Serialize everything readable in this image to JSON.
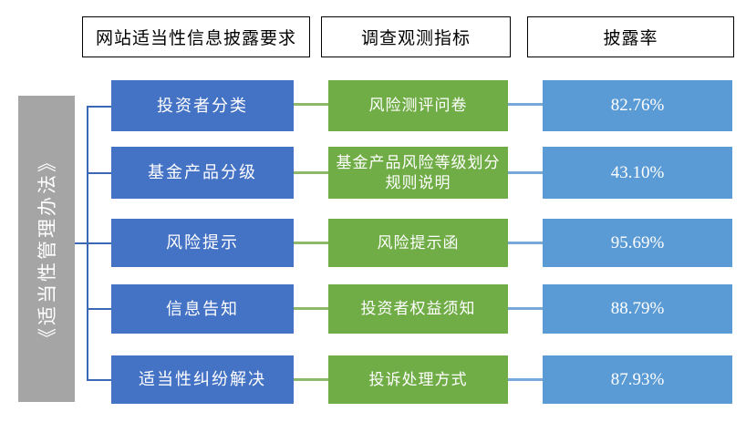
{
  "headers": [
    {
      "label": "网站适当性信息披露要求"
    },
    {
      "label": "调查观测指标"
    },
    {
      "label": "披露率"
    }
  ],
  "law_label": "《适当性管理办法》",
  "colors": {
    "requirement_blue": "#4472C4",
    "indicator_green": "#70AD47",
    "rate_blue": "#5B9BD5",
    "law_gray": "#A5A5A5",
    "connector_blue": "#3A68B5",
    "connector_green": "#8CB96C",
    "connector_light_blue": "#79A9DA",
    "header_border": "#000000"
  },
  "rows": [
    {
      "requirement": "投资者分类",
      "indicator": "风险测评问卷",
      "rate": "82.76%"
    },
    {
      "requirement": "基金产品分级",
      "indicator": "基金产品风险等级划分规则说明",
      "rate": "43.10%"
    },
    {
      "requirement": "风险提示",
      "indicator": "风险提示函",
      "rate": "95.69%"
    },
    {
      "requirement": "信息告知",
      "indicator": "投资者权益须知",
      "rate": "88.79%"
    },
    {
      "requirement": "适当性纠纷解决",
      "indicator": "投诉处理方式",
      "rate": "87.93%"
    }
  ],
  "chart_data": {
    "type": "bar",
    "title": "网站适当性信息披露要求披露率",
    "categories": [
      "投资者分类",
      "基金产品分级",
      "风险提示",
      "信息告知",
      "适当性纠纷解决"
    ],
    "values": [
      82.76,
      43.1,
      95.69,
      88.79,
      87.93
    ],
    "xlabel": "披露率",
    "ylabel": "网站适当性信息披露要求",
    "ylim": [
      0,
      100
    ]
  }
}
